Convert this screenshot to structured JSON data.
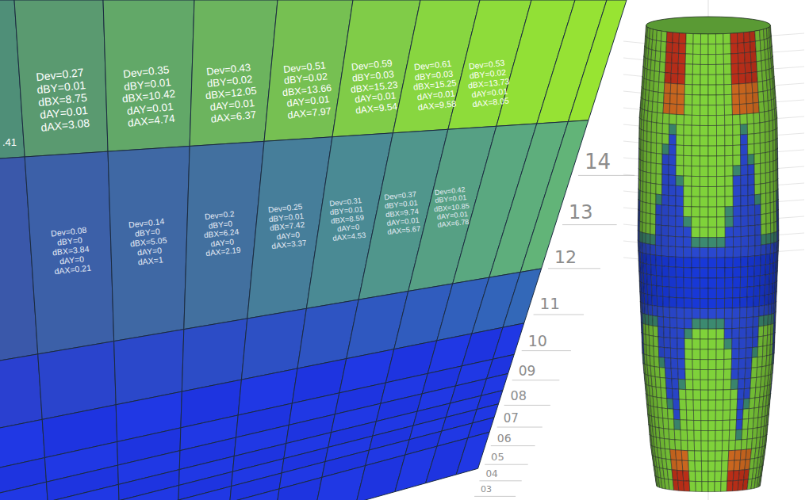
{
  "diagram": {
    "labels": [
      ".41",
      "Dev=0.27",
      "dBY=0.01",
      "dBX=8.75",
      "dAY=0.01",
      "dAX=3.08",
      "Dev=0.35",
      "dBY=0.01",
      "dBX=10.42",
      "dAY=0.01",
      "dAX=4.74",
      "Dev=0.43",
      "dBY=0.02",
      "dBX=12.05",
      "dAY=0.01",
      "dAX=6.37",
      "Dev=0.51",
      "dBY=0.02",
      "dBX=13.66",
      "dAY=0.01",
      "dAX=7.97",
      "Dev=0.59",
      "dBY=0.03",
      "dBX=15.23",
      "dAY=0.01",
      "dAX=9.54",
      "Dev=0.61",
      "dBY=0.03",
      "dBX=15.25",
      "dAY=0.01",
      "dAX=9.58",
      "Dev=0.53",
      "dBY=0.02",
      "dBX=13.73",
      "dAY=0.01",
      "dAX=8.05",
      "Dev=0.08",
      "dBY=0",
      "dBX=3.84",
      "dAY=0",
      "dAX=0.21",
      "Dev=0.14",
      "dBY=0",
      "dBX=5.05",
      "dAY=0",
      "dAX=1",
      "Dev=0.2",
      "dBY=0",
      "dBX=6.24",
      "dAY=0",
      "dAX=2.19",
      "Dev=0.25",
      "dBY=0.01",
      "dBX=7.42",
      "dAY=0",
      "dAX=3.37",
      "Dev=0.31",
      "dBY=0.01",
      "dBX=8.59",
      "dAY=0",
      "dAX=4.53",
      "Dev=0.37",
      "dBY=0.01",
      "dBX=9.74",
      "dAY=0.01",
      "dAX=5.67",
      "Dev=0.42",
      "dBY=0.01",
      "dBX=10.85",
      "dAY=0.01",
      "dAX=6.78",
      "14",
      "13",
      "12",
      "11",
      "10",
      "09",
      "08",
      "07",
      "06",
      "05",
      "04",
      "03"
    ]
  }
}
